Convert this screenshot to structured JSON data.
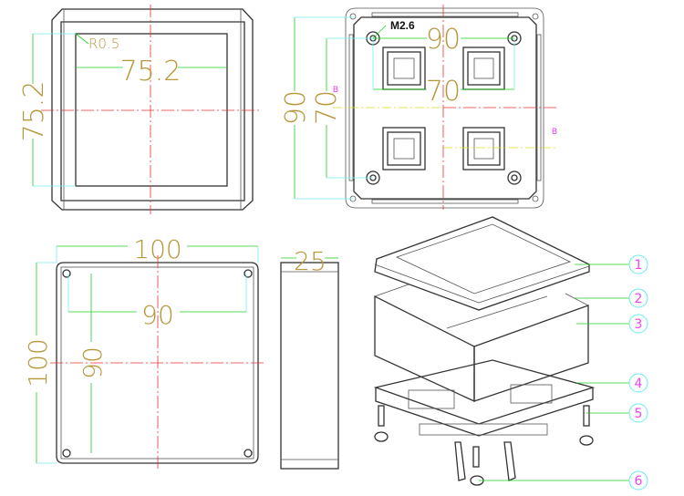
{
  "front_view": {
    "radius_label": "R0.5",
    "width_label": "75.2",
    "height_label": "75.2"
  },
  "bottom_view": {
    "thread_label": "M2.6",
    "outer_hole_spacing_label": "90",
    "inner_spacing_label": "70",
    "vertical_outer_label": "90",
    "vertical_inner_label": "70",
    "section_mark_left": "B",
    "section_mark_right": "B"
  },
  "top_view": {
    "width_label": "100",
    "height_label": "100",
    "inner_width_label": "90",
    "inner_height_label": "90"
  },
  "side_view": {
    "depth_label": "25"
  },
  "exploded_view": {
    "balloons": [
      "1",
      "2",
      "3",
      "4",
      "5",
      "6"
    ]
  },
  "colors": {
    "dimension_text": "#b8963a",
    "centerline": "#e33333",
    "dimension_line": "#22cc22",
    "balloon": "#66eeee",
    "balloon_text": "#ee44ee"
  }
}
